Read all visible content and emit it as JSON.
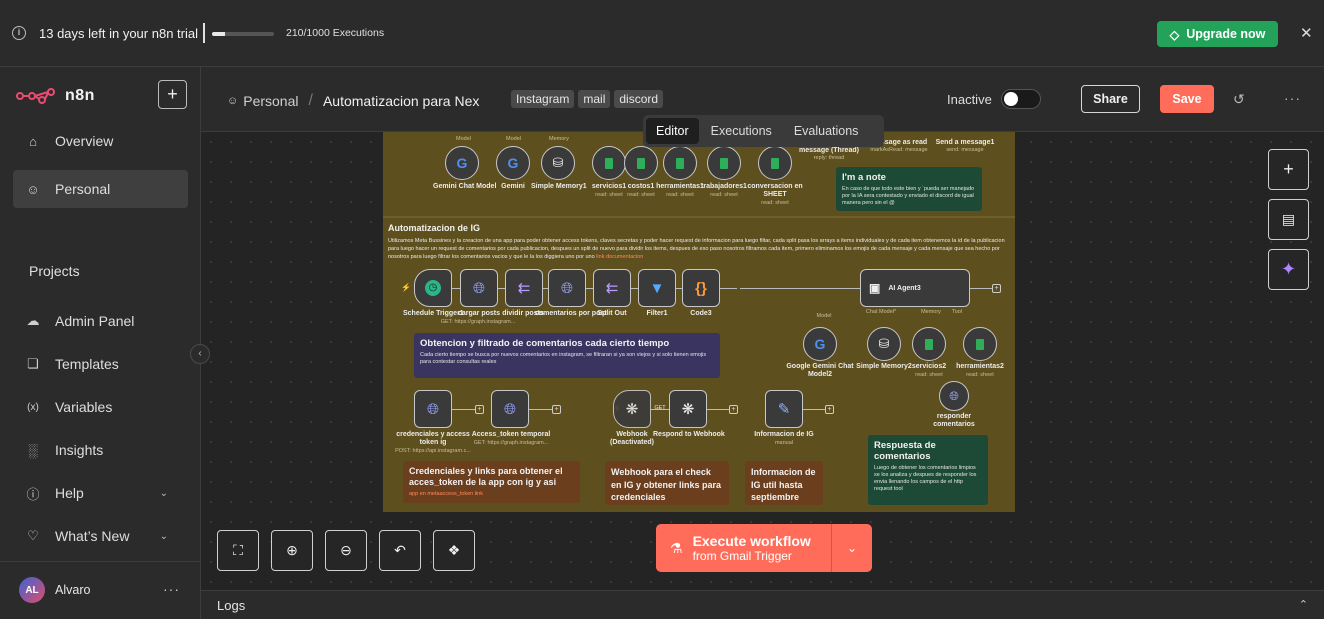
{
  "banner": {
    "trial_text": "13 days left in your n8n trial",
    "executions_text": "210/1000 Executions",
    "executions_used": 210,
    "executions_limit": 1000,
    "upgrade_label": "Upgrade now",
    "close_icon": "✕"
  },
  "sidebar": {
    "brand": "n8n",
    "add_icon": "+",
    "items": [
      {
        "label": "Overview",
        "icon": "home-icon"
      },
      {
        "label": "Personal",
        "icon": "user-icon"
      }
    ],
    "projects_label": "Projects",
    "bottom_items": [
      {
        "label": "Admin Panel",
        "icon": "cloud-icon"
      },
      {
        "label": "Templates",
        "icon": "box-icon"
      },
      {
        "label": "Variables",
        "icon": "variables-icon"
      },
      {
        "label": "Insights",
        "icon": "chart-icon"
      },
      {
        "label": "Help",
        "icon": "help-icon"
      },
      {
        "label": "What’s New",
        "icon": "bell-icon"
      }
    ],
    "user": {
      "initials": "AL",
      "name": "Alvaro"
    }
  },
  "header": {
    "project": "Personal",
    "workflow_name": "Automatizacion para Nex",
    "tags": [
      "Instagram",
      "mail",
      "discord"
    ],
    "status": "Inactive",
    "share_label": "Share",
    "save_label": "Save"
  },
  "view_tabs": [
    "Editor",
    "Executions",
    "Evaluations"
  ],
  "workflow": {
    "top_row": [
      {
        "label": "Gemini Chat Model",
        "sub": "Model"
      },
      {
        "label": "Gemini",
        "sub": "Model"
      },
      {
        "label": "Simple Memory1",
        "sub": "Memory"
      },
      {
        "label": "servicios1",
        "sub": "read: sheet"
      },
      {
        "label": "costos1",
        "sub": "read: sheet"
      },
      {
        "label": "herramientas1",
        "sub": "read: sheet"
      },
      {
        "label": "trabajadores1",
        "sub": "read: sheet"
      },
      {
        "label": "conversacion en SHEET",
        "sub": "read: sheet"
      }
    ],
    "top_right_labels": [
      {
        "label": "message (Thread)",
        "sub": "reply: thread"
      },
      {
        "label": "message as read",
        "sub": "markAsRead: message"
      },
      {
        "label": "Send a message1",
        "sub": "send: message"
      }
    ],
    "note_top": {
      "title": "I'm a note",
      "body": "En caso de que todo este bien y `pueda ser manejado por la IA sera contestado y enviado el discord de igual manera pero sin el @"
    },
    "ig_section": {
      "title": "Automatizacion de IG",
      "body": "Utilizamos Meta Bussines y la creacion de una app para poder obtener access tokens, claves secretas y poder hacer request de informacion para luego filtar, cada split pasa los arrays a items individuales y de cada item obtenemos la id de la publicacion para luego hacer un request de comentarios por cada publicacion, despues un split de nuevo para dividir los items, despues de eso paso nosotros filtramos cada item, primero eliminamos los emojis de cada mensaje y cada mensaje que sea hecho por nosotros para luego filtrar los comentarios vacios y que le la los diggiera uno por uno",
      "link": "link documentacion"
    },
    "chain": [
      {
        "label": "Schedule Trigger1",
        "sub": ""
      },
      {
        "label": "cargar posts",
        "sub": "GET: https://graph.instagram..."
      },
      {
        "label": "dividir posts",
        "sub": ""
      },
      {
        "label": "comentarios por post",
        "sub": ""
      },
      {
        "label": "Split Out",
        "sub": ""
      },
      {
        "label": "Filter1",
        "sub": ""
      },
      {
        "label": "Code3",
        "sub": ""
      }
    ],
    "agent": {
      "label": "AI Agent3",
      "ports": [
        "Model",
        "Chat Model*",
        "Memory",
        "Tool"
      ],
      "subnodes": [
        {
          "label": "Google Gemini Chat Model2",
          "sub": ""
        },
        {
          "label": "Simple Memory2",
          "sub": ""
        },
        {
          "label": "servicios2",
          "sub": "read: sheet"
        },
        {
          "label": "herramientas2",
          "sub": "read: sheet"
        },
        {
          "label": "responder comentarios",
          "sub": ""
        }
      ]
    },
    "note_filter": {
      "title": "Obtencion y filtrado de comentarios cada cierto tiempo",
      "body": "Cada cierto tiempo se busca por nuevos comentarios en instagram, se filtraran si ya son viejos y si solo tienen emojis para contestar consultas reales"
    },
    "bottom_nodes": [
      {
        "label": "credenciales y access token ig",
        "sub": "POST: https://api.instagram.c..."
      },
      {
        "label": "Access_token temporal",
        "sub": "GET: https://graph.instagram..."
      },
      {
        "label": "Webhook (Deactivated)",
        "sub": ""
      },
      {
        "label": "Respond to Webhook",
        "sub": ""
      },
      {
        "label": "Informacion de IG",
        "sub": "manual"
      }
    ],
    "webhook_badge": "GET",
    "note_creds": {
      "title": "Credenciales y links para obtener el acces_token de la app con ig y asi",
      "link": "app en metaaccess_token link"
    },
    "note_webhook": {
      "title": "Webhook para el check en IG y obtener links para credenciales"
    },
    "note_info": {
      "title": "Informacion de IG util hasta septiembre"
    },
    "note_respuesta": {
      "title": "Respuesta de comentarios",
      "body": "Luego de obtener los comentarios limpios se los analiza y despues de responder los envia llenando los campos de el http request tool"
    }
  },
  "execute": {
    "title": "Execute workflow",
    "subtitle": "from Gmail Trigger"
  },
  "logs_label": "Logs",
  "colors": {
    "accent": "#ff6d5a",
    "upgrade": "#23a35a",
    "sticky_yellow": "#5e4f1e",
    "sticky_green": "#1c4a36",
    "sticky_purple": "#3a3560",
    "sticky_brown": "#6b3e1e"
  }
}
